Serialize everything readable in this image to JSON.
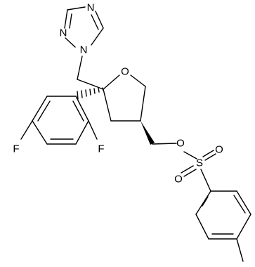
{
  "atoms": {
    "n_triazole_top": "N",
    "n_triazole_left": "N",
    "n_triazole_attach": "N",
    "o_ring": "O",
    "f_para": "F",
    "f_ortho": "F",
    "o_ester": "O",
    "s_sulfonyl": "S",
    "o_sulfonyl_right": "O",
    "o_sulfonyl_left": "O"
  }
}
